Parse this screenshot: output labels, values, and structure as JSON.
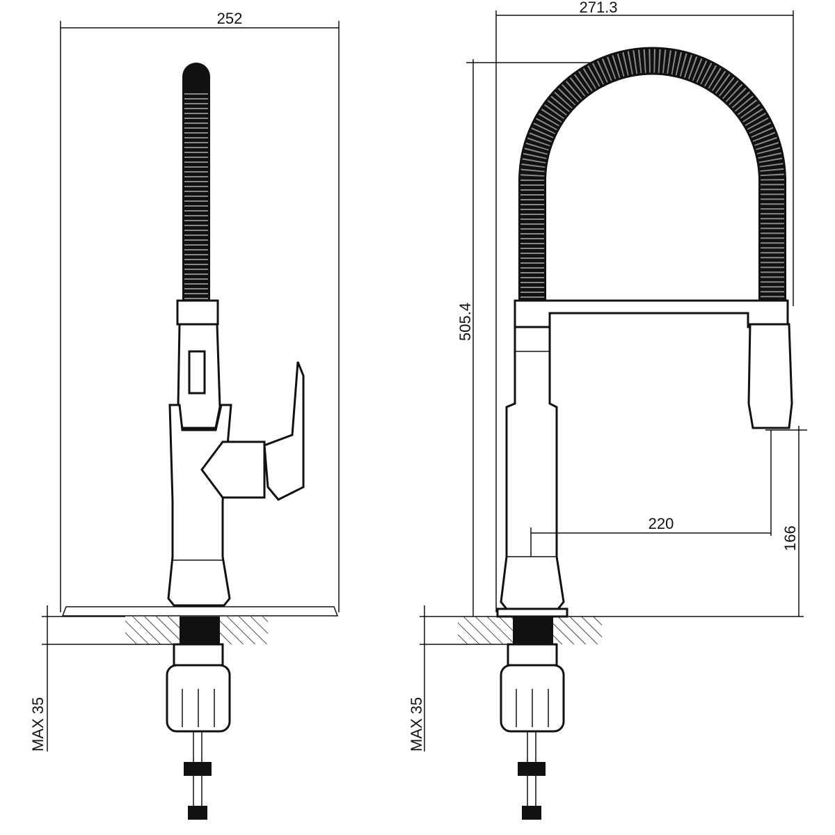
{
  "title": "Pull-down kitchen faucet dimension drawing",
  "front_view": {
    "width_label": "252",
    "deck_thickness_label": "MAX 35"
  },
  "side_view": {
    "width_label": "271.3",
    "height_label": "505.4",
    "reach_label": "220",
    "spout_height_label": "166",
    "deck_thickness_label": "MAX 35"
  },
  "colors": {
    "line": "#111111",
    "background": "#ffffff"
  }
}
